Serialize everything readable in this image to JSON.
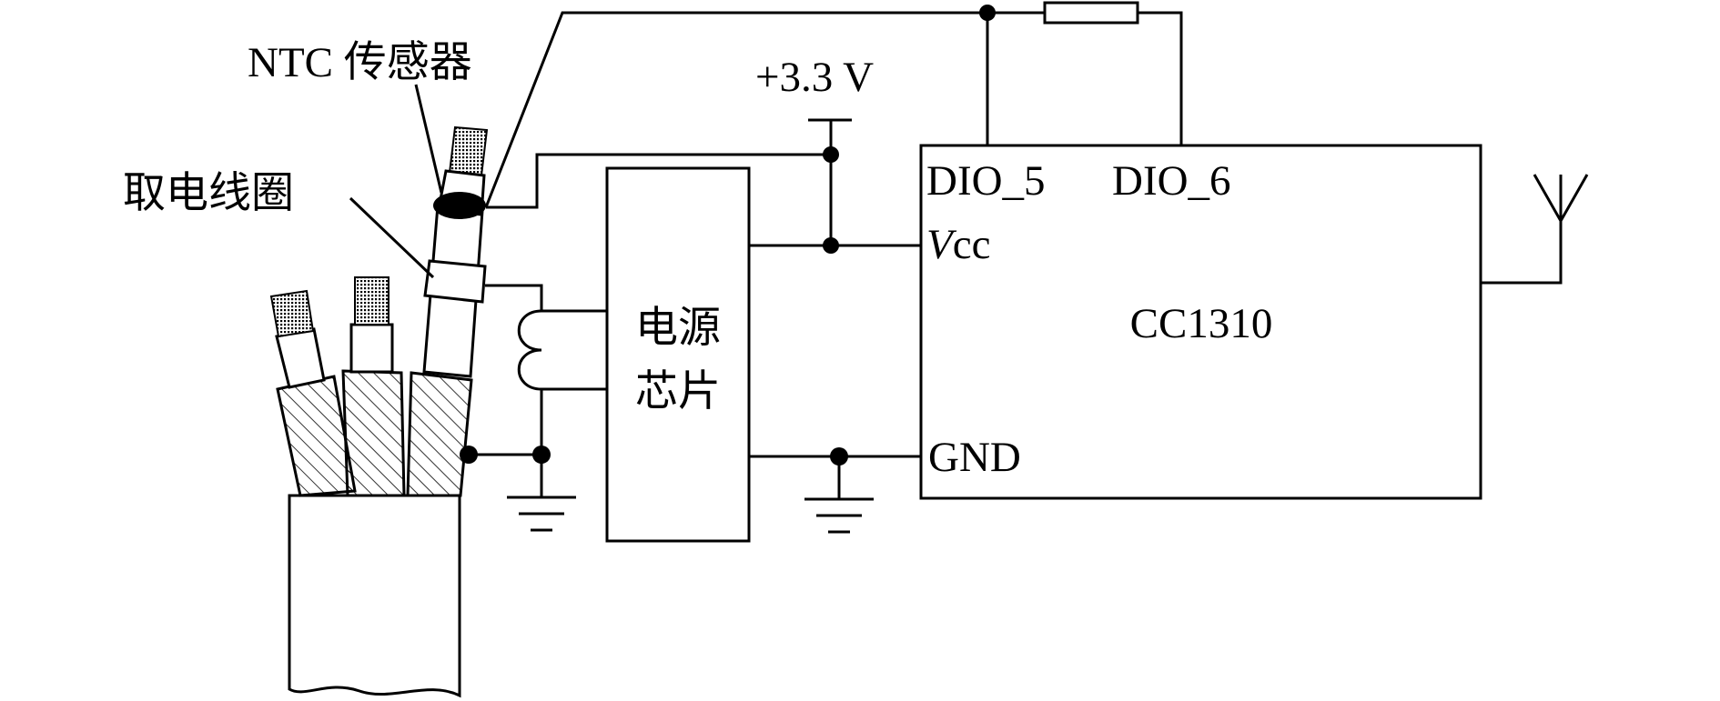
{
  "labels": {
    "ntc_sensor": "NTC 传感器",
    "pickup_coil": "取电线圈",
    "supply_voltage": "+3.3 V",
    "power_chip_line1": "电源",
    "power_chip_line2": "芯片",
    "mcu_name": "CC1310",
    "pin_dio5": "DIO_5",
    "pin_dio6": "DIO_6",
    "pin_vcc_v": "V",
    "pin_vcc_cc": "cc",
    "pin_gnd": "GND"
  }
}
